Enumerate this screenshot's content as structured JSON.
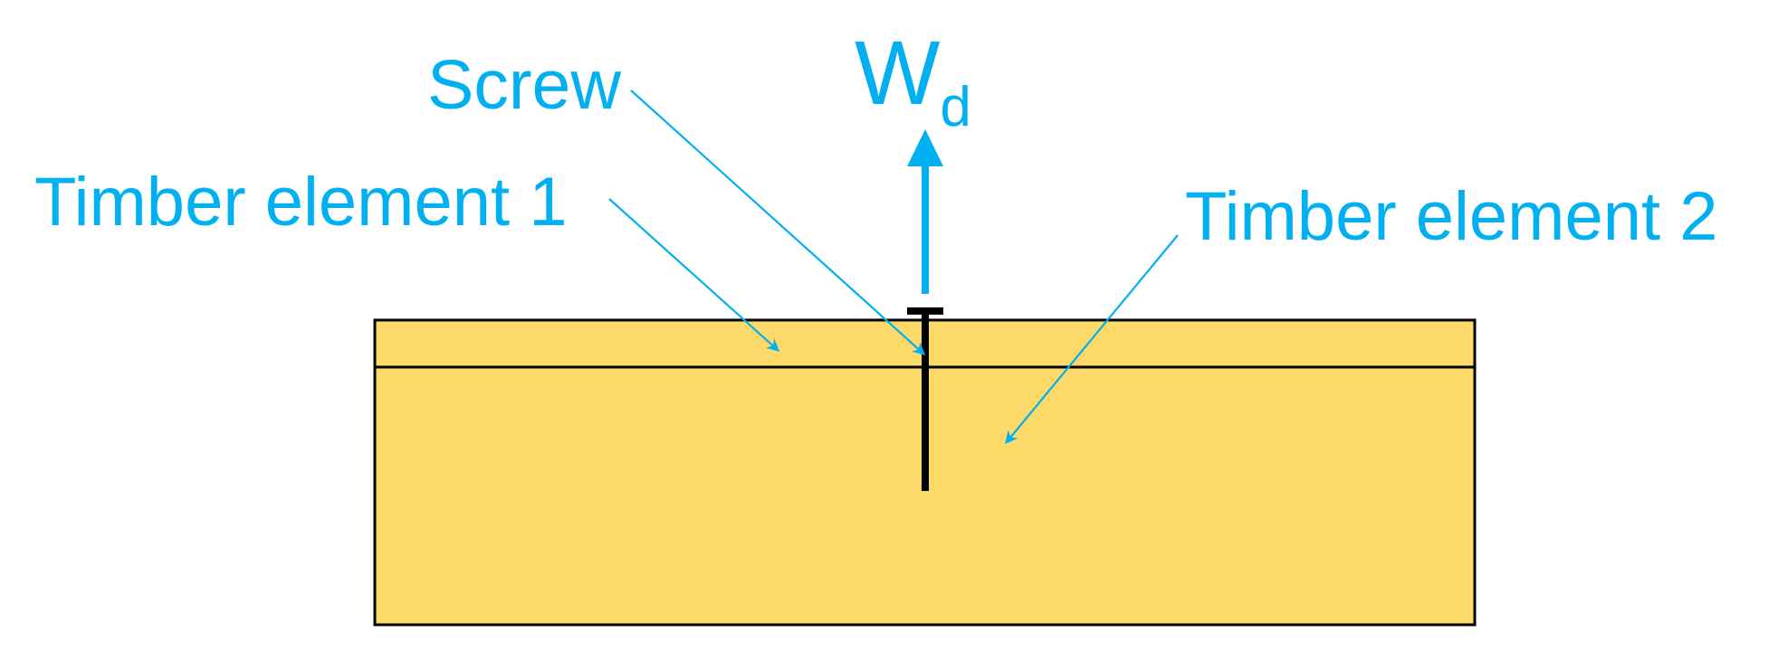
{
  "diagram": {
    "title": "Screw connection between two timber elements under withdrawal load",
    "colors": {
      "label": "#00b0f0",
      "timber_fill": "#fdd969",
      "outline": "#000000",
      "background": "#ffffff"
    },
    "labels": {
      "screw": "Screw",
      "timber_1": "Timber element 1",
      "timber_2": "Timber element 2",
      "load_symbol": "W",
      "load_subscript": "d"
    },
    "icons": {
      "load_arrow": "arrow-up-icon",
      "leader_arrow": "arrow-down-right-icon"
    }
  }
}
